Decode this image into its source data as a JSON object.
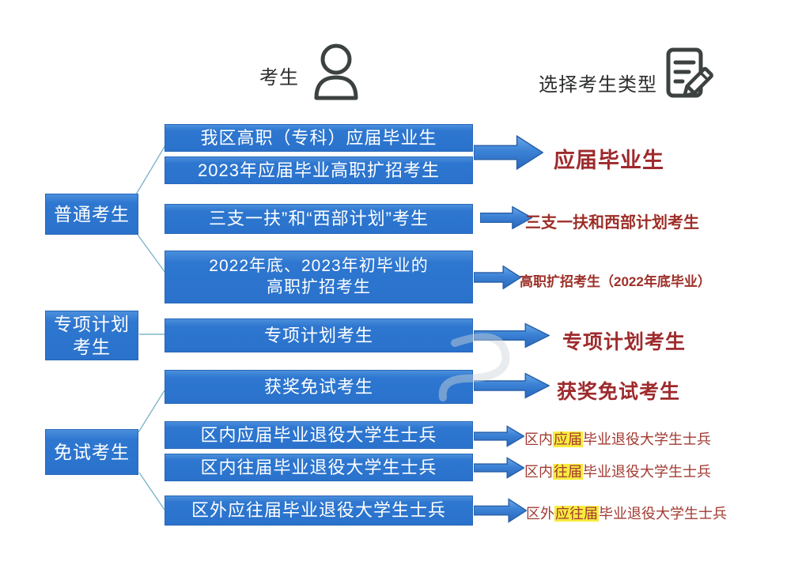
{
  "header": {
    "candidate_label": "考生",
    "choose_label": "选择考生类型"
  },
  "categories": [
    {
      "lines": [
        "普通考生"
      ]
    },
    {
      "lines": [
        "专项计划",
        "考生"
      ]
    },
    {
      "lines": [
        "免试考生"
      ]
    }
  ],
  "boxes": [
    {
      "text": "我区高职（专科）应届毕业生"
    },
    {
      "text": "2023年应届毕业高职扩招考生"
    },
    {
      "text": "三支一扶”和“西部计划”考生"
    },
    {
      "lines": [
        "2022年底、2023年初毕业的",
        "高职扩招考生"
      ]
    },
    {
      "text": "专项计划考生"
    },
    {
      "text": "获奖免试考生"
    },
    {
      "text": "区内应届毕业退役大学生士兵"
    },
    {
      "text": "区内往届毕业退役大学生士兵"
    },
    {
      "text": "区外应往届毕业退役大学生士兵"
    }
  ],
  "results": [
    {
      "text": "应届毕业生"
    },
    {
      "text": "三支一扶和西部计划考生"
    },
    {
      "text": "高职扩招考生（2022年底毕业）"
    },
    {
      "text": "专项计划考生"
    },
    {
      "text": "获奖免试考生"
    },
    {
      "prefix": "区内",
      "highlight": "应届",
      "suffix": "毕业退役大学生士兵"
    },
    {
      "prefix": "区内",
      "highlight": "往届",
      "suffix": "毕业退役大学生士兵"
    },
    {
      "prefix": "区外",
      "highlight": "应往届",
      "suffix": "毕业退役大学生士兵"
    }
  ],
  "icons": {
    "person": "person-icon",
    "document_edit": "document-edit-icon"
  },
  "colors": {
    "box_blue": "#2b76cf",
    "arrow_blue": "#3f86d8",
    "arrow_border": "#2a62ab",
    "result_red_bold": "#9e2a2c",
    "result_red_light": "#a23a31",
    "highlight_yellow": "#f7ec3e",
    "connector_teal": "#7fb6c9",
    "icon_dark": "#3c4240",
    "box_text": "#ffffff"
  }
}
